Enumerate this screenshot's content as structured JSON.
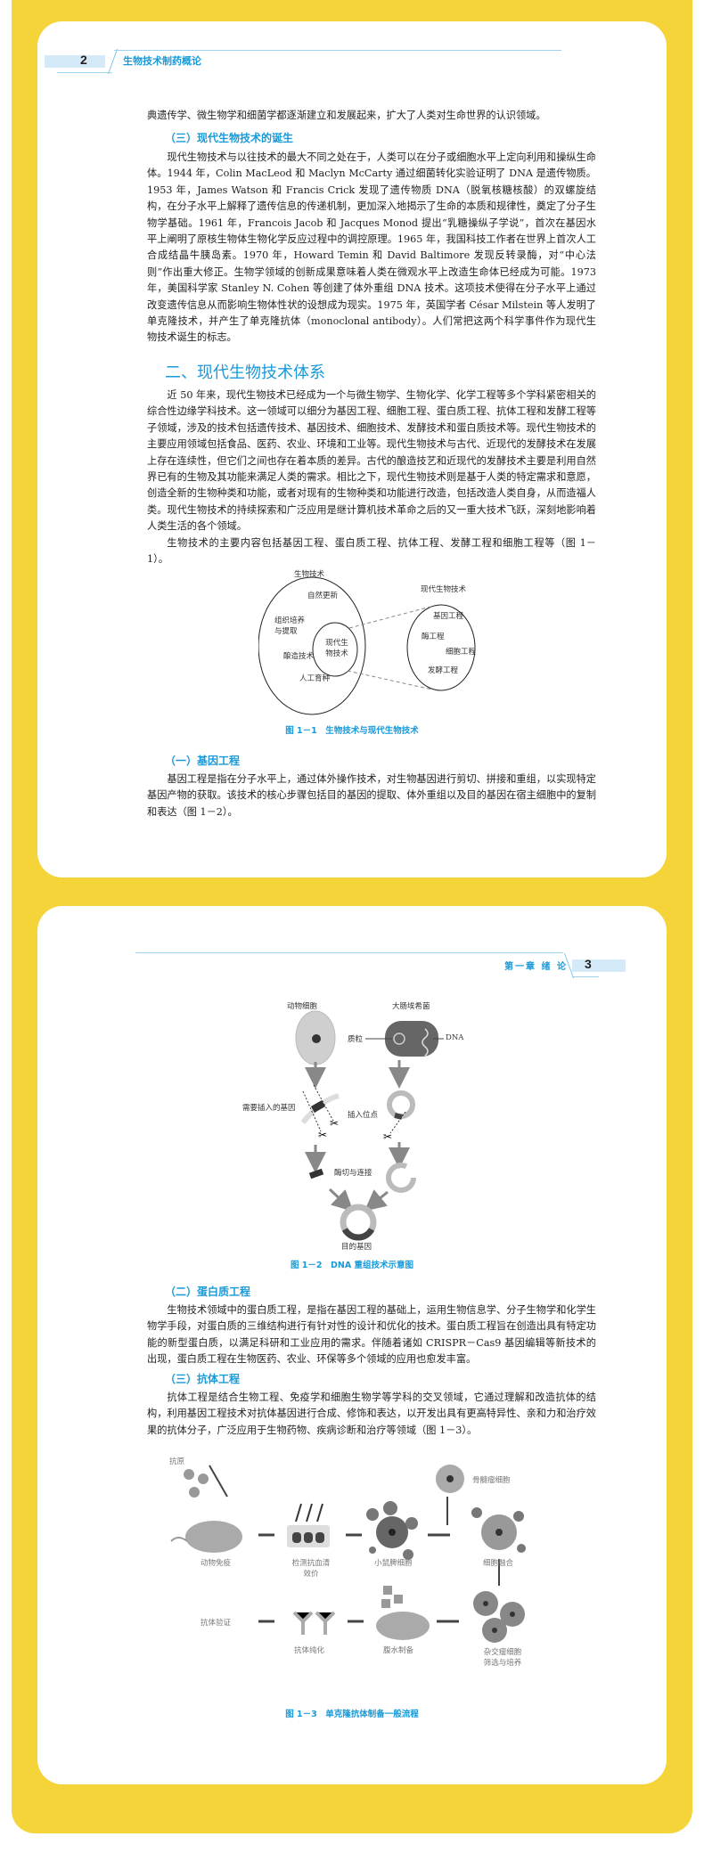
{
  "page1": {
    "header": {
      "page_number": "2",
      "book_title": "生物技术制药概论"
    },
    "intro_line": "典遗传学、微生物学和细菌学都逐渐建立和发展起来，扩大了人类对生命世界的认识领域。",
    "section_3_heading": "（三）现代生物技术的诞生",
    "section_3_paragraph": "现代生物技术与以往技术的最大不同之处在于，人类可以在分子或细胞水平上定向利用和操纵生命体。1944 年，Colin MacLeod 和 Maclyn McCarty 通过细菌转化实验证明了 DNA 是遗传物质。1953 年，James Watson 和 Francis Crick 发现了遗传物质 DNA（脱氧核糖核酸）的双螺旋结构，在分子水平上解释了遗传信息的传递机制，更加深入地揭示了生命的本质和规律性，奠定了分子生物学基础。1961 年，Francois Jacob 和 Jacques Monod 提出“乳糖操纵子学说”，首次在基因水平上阐明了原核生物体生物化学反应过程中的调控原理。1965 年，我国科技工作者在世界上首次人工合成结晶牛胰岛素。1970 年，Howard Temin 和 David Baltimore 发现反转录酶，对“中心法则”作出重大修正。生物学领域的创新成果意味着人类在微观水平上改造生命体已经成为可能。1973 年，美国科学家 Stanley N. Cohen 等创建了体外重组 DNA 技术。这项技术使得在分子水平上通过改变遗传信息从而影响生物体性状的设想成为现实。1975 年，英国学者 César Milstein 等人发明了单克隆技术，并产生了单克隆抗体（monoclonal antibody）。人们常把这两个科学事件作为现代生物技术诞生的标志。",
    "section_2_heading": "二、现代生物技术体系",
    "section_2_paragraph": "近 50 年来，现代生物技术已经成为一个与微生物学、生物化学、化学工程等多个学科紧密相关的综合性边缘学科技术。这一领域可以细分为基因工程、细胞工程、蛋白质工程、抗体工程和发酵工程等子领域，涉及的技术包括遗传技术、基因技术、细胞技术、发酵技术和蛋白质技术等。现代生物技术的主要应用领域包括食品、医药、农业、环境和工业等。现代生物技术与古代、近现代的发酵技术在发展上存在连续性，但它们之间也存在着本质的差异。古代的酿造技艺和近现代的发酵技术主要是利用自然界已有的生物及其功能来满足人类的需求。相比之下，现代生物技术则是基于人类的特定需求和意愿，创造全新的生物种类和功能，或者对现有的生物种类和功能进行改造，包括改造人类自身，从而造福人类。现代生物技术的持续探索和广泛应用是继计算机技术革命之后的又一重大技术飞跃，深刻地影响着人类生活的各个领域。",
    "section_2_paragraph_2": "生物技术的主要内容包括基因工程、蛋白质工程、抗体工程、发酵工程和细胞工程等（图 1－1）。",
    "figure_1_1": {
      "outer_label": "生物技术",
      "outer_items": [
        "自然更新",
        "组织培养与提取",
        "酿造技术",
        "人工育种"
      ],
      "inner_label": "现代生物技术",
      "right_label": "现代生物技术",
      "right_items": [
        "基因工程",
        "酶工程",
        "细胞工程",
        "发酵工程"
      ],
      "caption": "图 1－1　生物技术与现代生物技术"
    },
    "subsection_1_heading": "（一）基因工程",
    "subsection_1_paragraph": "基因工程是指在分子水平上，通过体外操作技术，对生物基因进行剪切、拼接和重组，以实现特定基因产物的获取。该技术的核心步骤包括目的基因的提取、体外重组以及目的基因在宿主细胞中的复制和表达（图 1－2）。"
  },
  "page2": {
    "header": {
      "page_number": "3",
      "chapter_title": "第一章 绪 论"
    },
    "figure_1_2": {
      "labels": {
        "animal_cell": "动物细胞",
        "ecoli": "大肠埃希菌",
        "plasmid": "质粒",
        "dna": "DNA",
        "gene_to_insert": "需要插入的基因",
        "insert_site": "插入位点",
        "cut_ligate": "酶切与连接",
        "target_gene": "目的基因"
      },
      "caption": "图 1－2　DNA 重组技术示意图"
    },
    "subsection_2_heading": "（二）蛋白质工程",
    "subsection_2_paragraph": "生物技术领域中的蛋白质工程，是指在基因工程的基础上，运用生物信息学、分子生物学和化学生物学手段，对蛋白质的三维结构进行有针对性的设计和优化的技术。蛋白质工程旨在创造出具有特定功能的新型蛋白质，以满足科研和工业应用的需求。伴随着诸如 CRISPR－Cas9 基因编辑等新技术的出现，蛋白质工程在生物医药、农业、环保等多个领域的应用也愈发丰富。",
    "subsection_3_heading": "（三）抗体工程",
    "subsection_3_paragraph": "抗体工程是结合生物工程、免疫学和细胞生物学等学科的交叉领域，它通过理解和改造抗体的结构，利用基因工程技术对抗体基因进行合成、修饰和表达，以开发出具有更高特异性、亲和力和治疗效果的抗体分子，广泛应用于生物药物、疾病诊断和治疗等领域（图 1－3）。",
    "figure_1_3": {
      "labels": {
        "antigen": "抗原",
        "immunize": "动物免疫",
        "titer": "检测抗血清效价",
        "spleen": "小鼠脾细胞",
        "myeloma": "骨髓瘤细胞",
        "fusion": "细胞融合",
        "hybridoma": "杂交瘤细胞筛选与培养",
        "ascites": "腹水制备",
        "purify": "抗体纯化",
        "validate": "抗体验证"
      },
      "caption": "图 1－3　单克隆抗体制备一般流程"
    }
  },
  "colors": {
    "frame": "#f5d43a",
    "accent": "#1a9ad8",
    "header_band": "#d4eaf8"
  }
}
